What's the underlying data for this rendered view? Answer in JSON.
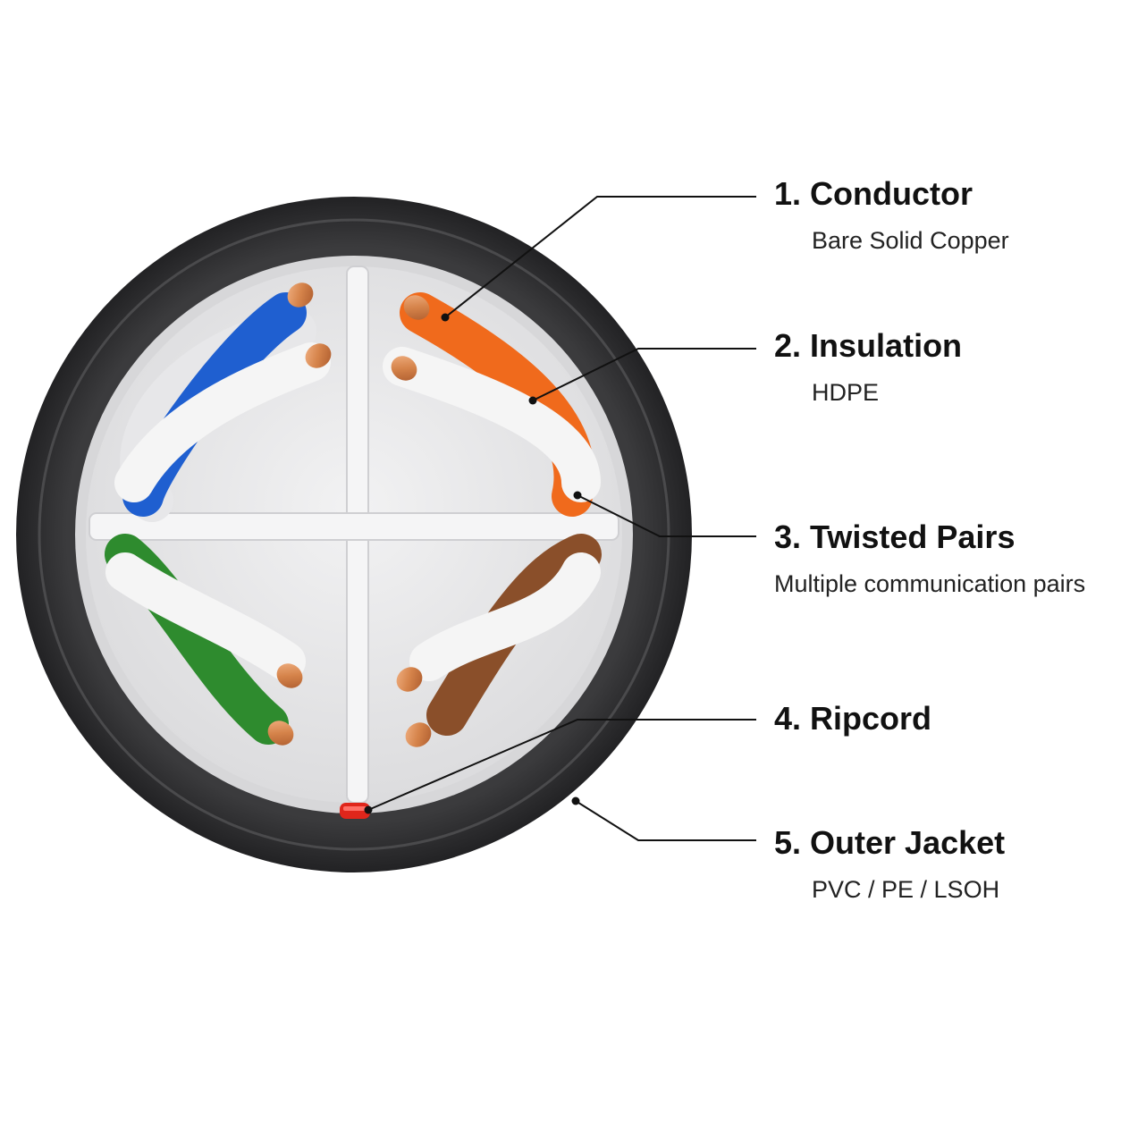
{
  "labels": [
    {
      "number": "1.",
      "title": "Conductor",
      "subtitle": "Bare Solid Copper"
    },
    {
      "number": "2.",
      "title": "Insulation",
      "subtitle": "HDPE"
    },
    {
      "number": "3.",
      "title": "Twisted Pairs",
      "subtitle": "Multiple communication pairs"
    },
    {
      "number": "4.",
      "title": "Ripcord",
      "subtitle": ""
    },
    {
      "number": "5.",
      "title": "Outer Jacket",
      "subtitle": "PVC / PE / LSOH"
    }
  ],
  "colors": {
    "jacket": "#2e2e30",
    "jacket_inner": "#3a3a3c",
    "filler": "#e9e9eb",
    "separator": "#f4f4f5",
    "pair_blue": "#1f5fd0",
    "pair_orange": "#f06a1c",
    "pair_green": "#2e8b2e",
    "pair_brown": "#8a4f2a",
    "pair_white": "#f5f5f5",
    "copper": "#d98a52",
    "ripcord": "#e0261b",
    "leader": "#111111"
  }
}
